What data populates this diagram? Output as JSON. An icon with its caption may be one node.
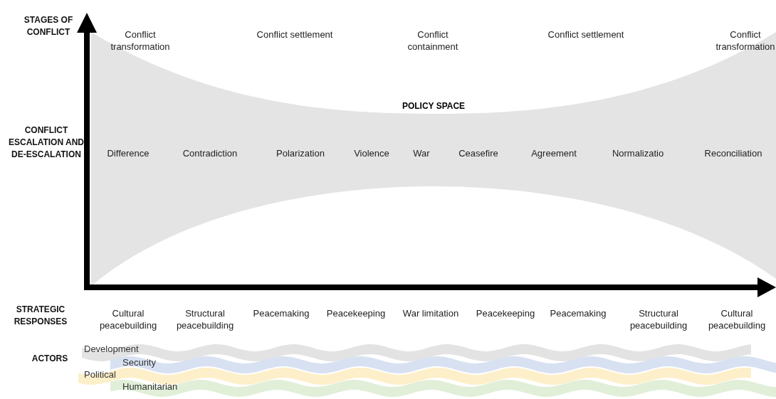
{
  "diagram": {
    "nodes": [
      {
        "text": [
          "POLICY SPACE"
        ]
      },
      {
        "text": [
          "Development"
        ]
      },
      {
        "text": [
          "Security"
        ]
      },
      {
        "text": [
          "Political"
        ]
      },
      {
        "text": [
          "Humanitarian"
        ]
      }
    ],
    "labels": [
      "STAGES OF CONFLICT",
      "Conflict transformation",
      "Conflict settlement",
      "Conflict containment",
      "Conflict settlement",
      "Conflict transformation",
      "CONFLICT ESCALATION AND DE-ESCALATION",
      "Difference",
      "Contradiction",
      "Polarization",
      "Violence",
      "War",
      "Ceasefire",
      "Agreement",
      "Normalizatio",
      "Reconciliation",
      "STRATEGIC RESPONSES",
      "Cultural peacebuilding",
      "Structural peacebuilding",
      "Peacemaking",
      "Peacekeeping",
      "War limitation",
      "Peacekeeping",
      "Peacemaking",
      "Structural peacebuilding",
      "Cultural peacebuilding",
      "ACTORS"
    ]
  }
}
